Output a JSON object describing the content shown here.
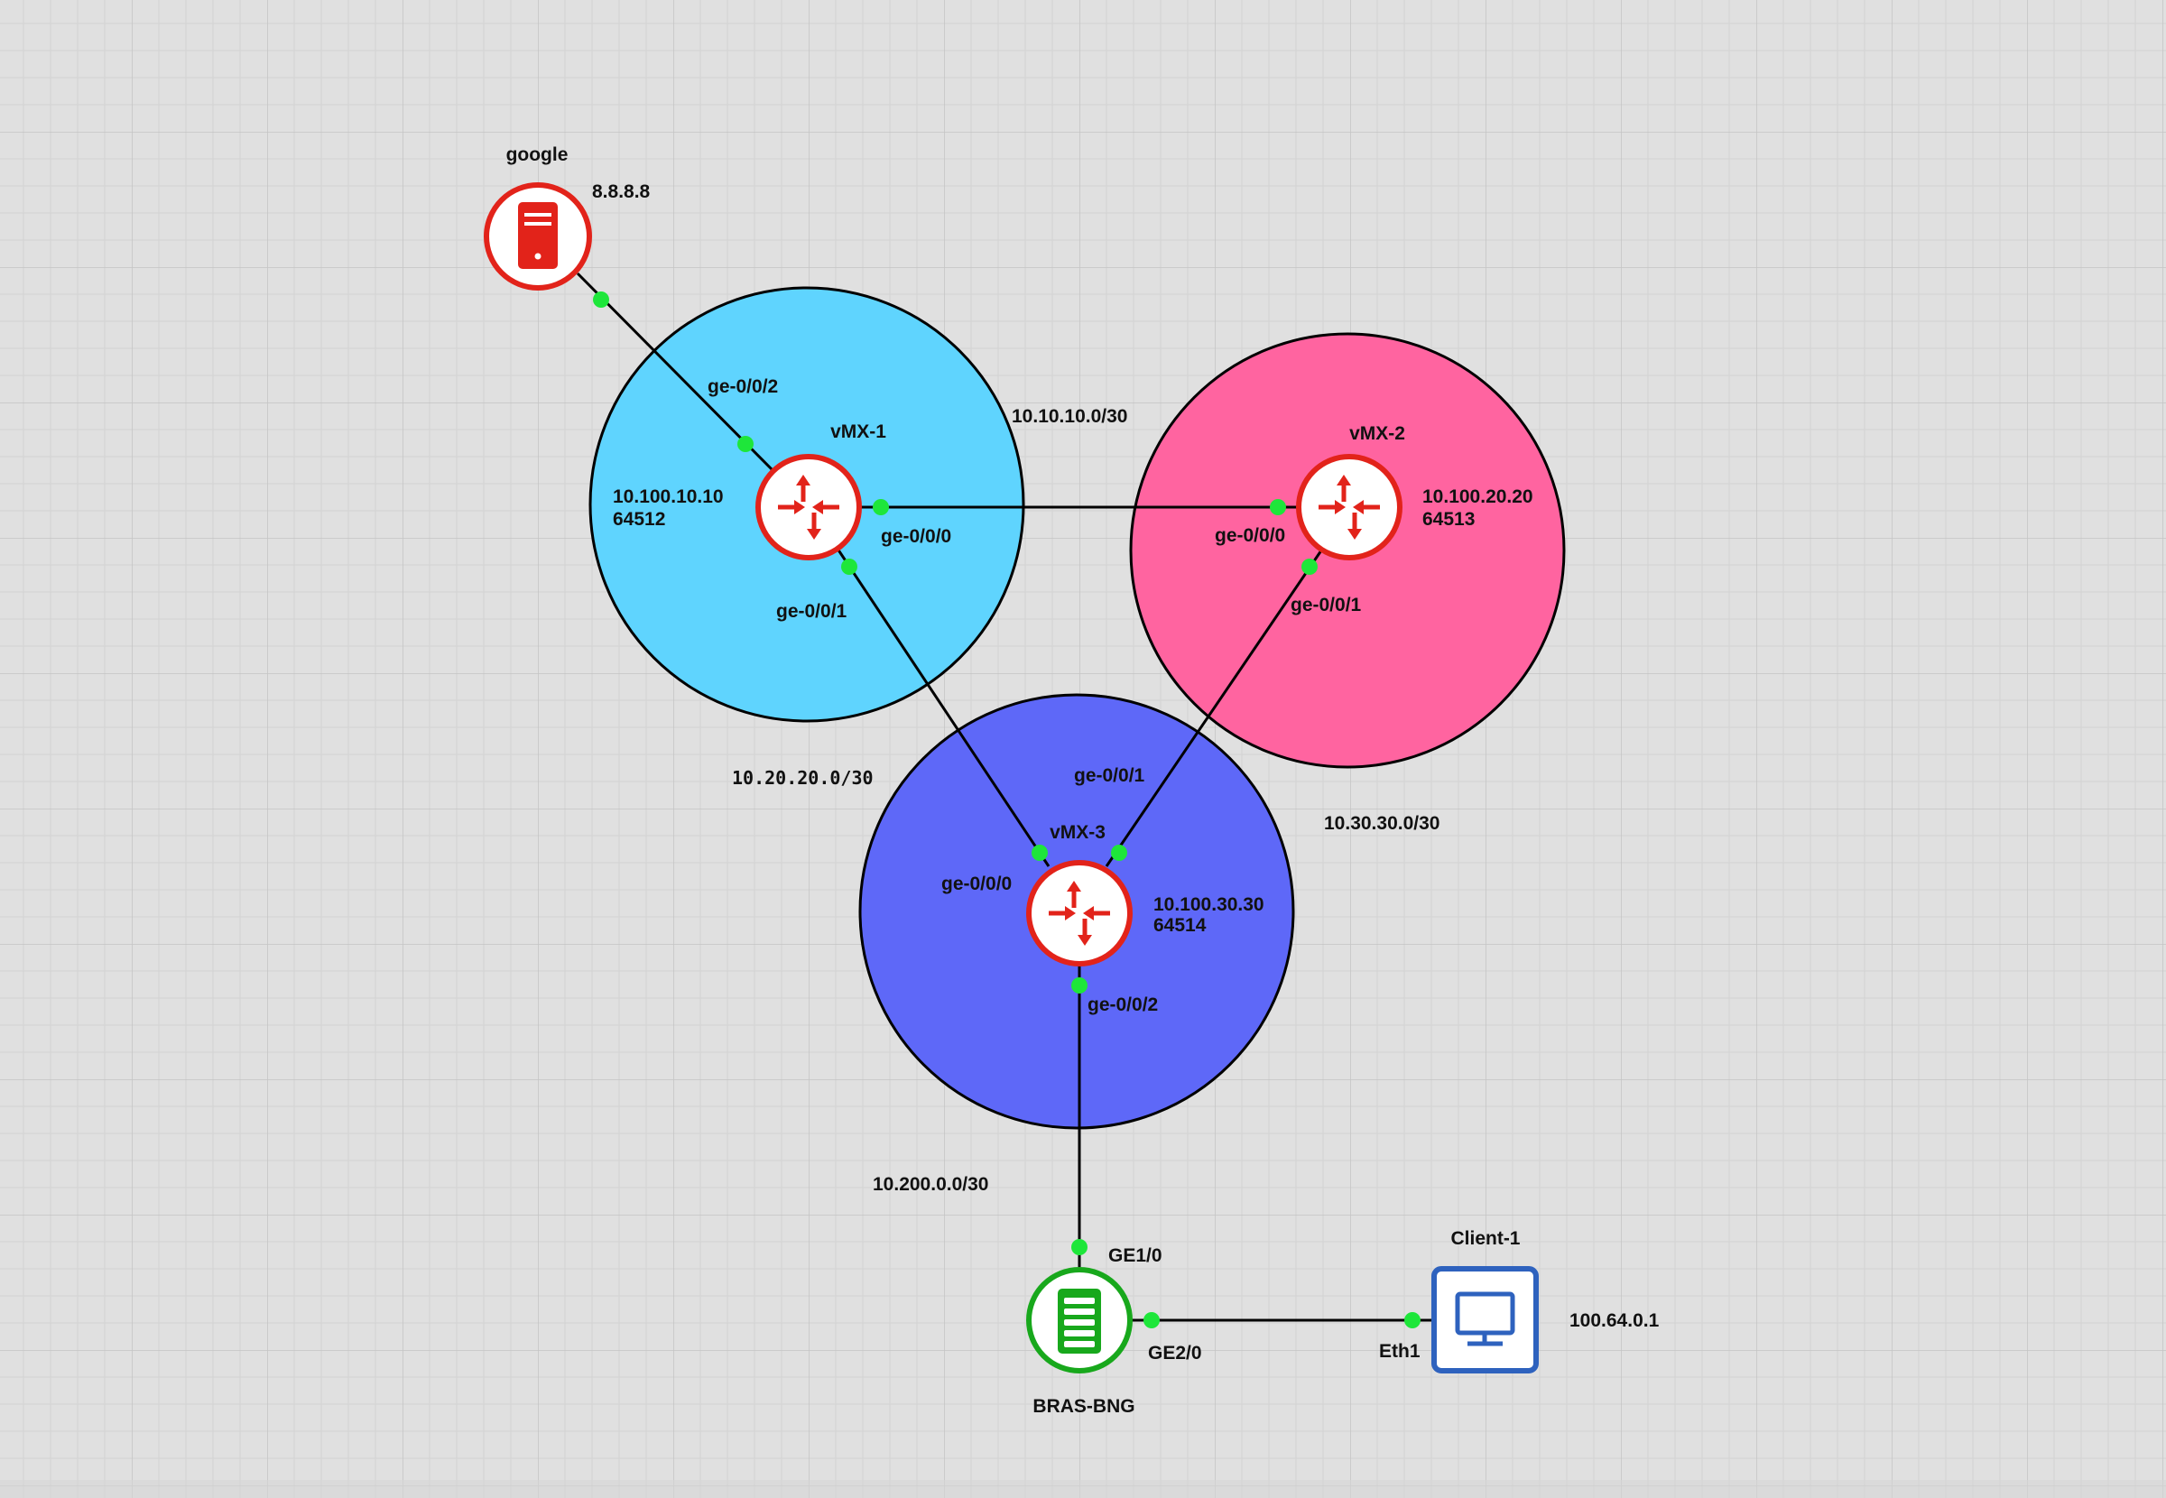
{
  "colors": {
    "background": "#e0e0e0",
    "grid": "#cacaca",
    "zone_vmx1": "#5fd4fe",
    "zone_vmx2": "#ff64a0",
    "zone_vmx3": "#5e68f8",
    "router_red": "#e2231a",
    "bng_green": "#18a81c",
    "client_blue": "#2e62be",
    "port_green": "#1ee63a"
  },
  "nodes": {
    "google": {
      "name": "google",
      "ip": "8.8.8.8",
      "icon": "server-icon"
    },
    "vmx1": {
      "name": "vMX-1",
      "loopback": "10.100.10.10",
      "asn": "64512",
      "icon": "router-icon"
    },
    "vmx2": {
      "name": "vMX-2",
      "loopback": "10.100.20.20",
      "asn": "64513",
      "icon": "router-icon"
    },
    "vmx3": {
      "name": "vMX-3",
      "loopback": "10.100.30.30",
      "asn": "64514",
      "icon": "router-icon"
    },
    "bng": {
      "name": "BRAS-BNG",
      "icon": "server-rack-icon"
    },
    "client": {
      "name": "Client-1",
      "ip": "100.64.0.1",
      "icon": "monitor-icon"
    }
  },
  "interfaces": {
    "vmx1_ge002": "ge-0/0/2",
    "vmx1_ge000": "ge-0/0/0",
    "vmx1_ge001": "ge-0/0/1",
    "vmx2_ge000": "ge-0/0/0",
    "vmx2_ge001": "ge-0/0/1",
    "vmx3_ge000": "ge-0/0/0",
    "vmx3_ge001": "ge-0/0/1",
    "vmx3_ge002": "ge-0/0/2",
    "bng_ge10": "GE1/0",
    "bng_ge20": "GE2/0",
    "client_eth1": "Eth1"
  },
  "subnets": {
    "vmx1_vmx2": "10.10.10.0/30",
    "vmx1_vmx3": "10.20.20.0/30",
    "vmx2_vmx3": "10.30.30.0/30",
    "vmx3_bng": "10.200.0.0/30"
  }
}
